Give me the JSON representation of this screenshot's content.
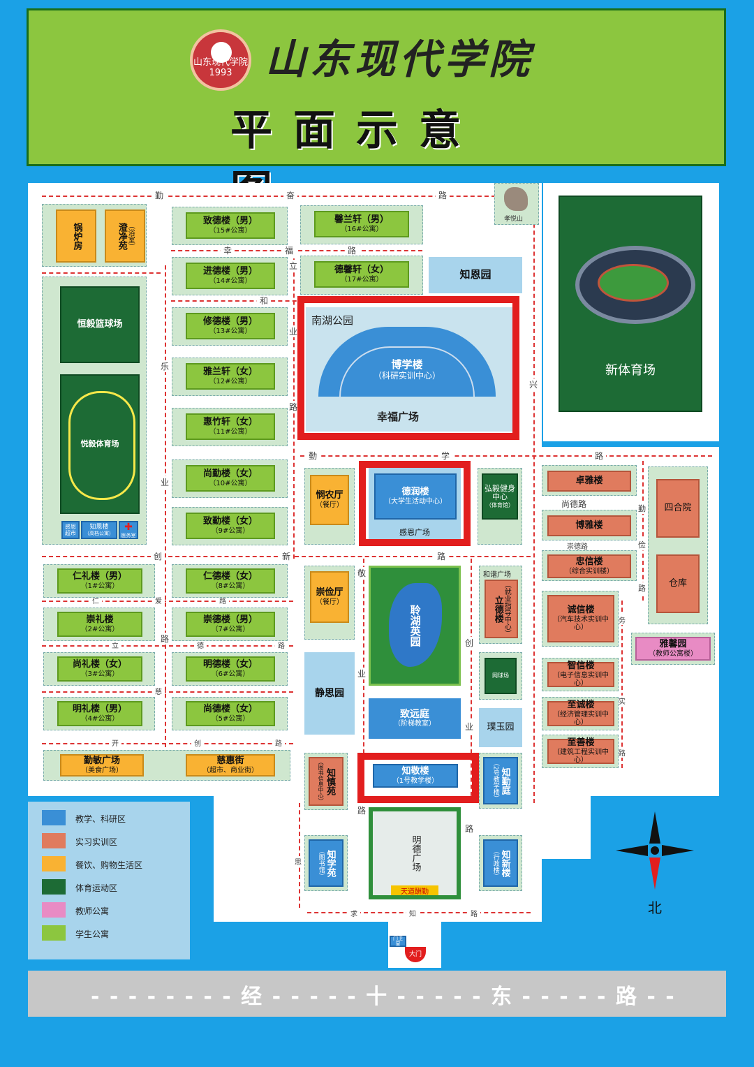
{
  "header": {
    "logo_text": "山东现代学院 1993",
    "school_name": "山东现代学院",
    "map_title": "平面示意图"
  },
  "roads": {
    "qin_fen": [
      "勤",
      "奋",
      "路"
    ],
    "xing_fu": [
      "幸",
      "福",
      "路"
    ],
    "he": "和",
    "li_ye": [
      "立",
      "业",
      "路"
    ],
    "le_ye": [
      "乐",
      "业",
      "路"
    ],
    "qin_xue": [
      "勤",
      "学",
      "路"
    ],
    "xing": "兴",
    "shang_de": "尚德路",
    "chong_de": "崇德路",
    "chuang_xin": [
      "创",
      "新",
      "路"
    ],
    "ren_ai": [
      "仁",
      "爱",
      "路"
    ],
    "li_de": [
      "立",
      "德",
      "路"
    ],
    "ci": "慈",
    "kai_chuang": [
      "开",
      "创",
      "路"
    ],
    "jing_ye": [
      "敬",
      "业",
      "路"
    ],
    "chuang_ye": [
      "创",
      "业",
      "路"
    ],
    "qin": "勤",
    "jian": "俭",
    "lu": "路",
    "wu_shi": [
      "务",
      "实",
      "路"
    ],
    "qiu_zhi": [
      "求",
      "知",
      "路"
    ],
    "si": "思"
  },
  "buildings": {
    "guolu": "锅炉房",
    "chengjing": "澄净苑",
    "chengjing_sub": "（浴室）",
    "zhide": {
      "m": "致德楼（男）",
      "s": "（15#公寓）"
    },
    "xinlan": {
      "m": "馨兰轩（男）",
      "s": "（16#公寓）"
    },
    "jinde": {
      "m": "进德楼（男）",
      "s": "（14#公寓）"
    },
    "dexin": {
      "m": "德馨轩（女）",
      "s": "（17#公寓）"
    },
    "xiude": {
      "m": "修德楼（男）",
      "s": "（13#公寓）"
    },
    "yalan": {
      "m": "雅兰轩（女）",
      "s": "（12#公寓）"
    },
    "huizhu": {
      "m": "惠竹轩（女）",
      "s": "（11#公寓）"
    },
    "shangqin": {
      "m": "尚勤楼（女）",
      "s": "（10#公寓）"
    },
    "zhiqin": {
      "m": "致勤楼（女）",
      "s": "（9#公寓）"
    },
    "renli": {
      "m": "仁礼楼（男）",
      "s": "（1#公寓）"
    },
    "rende": {
      "m": "仁德楼（女）",
      "s": "（8#公寓）"
    },
    "chongli": {
      "m": "崇礼楼",
      "s": "（2#公寓）"
    },
    "chongde": {
      "m": "崇德楼（男）",
      "s": "（7#公寓）"
    },
    "shangli": {
      "m": "尚礼楼（女）",
      "s": "（3#公寓）"
    },
    "mingde": {
      "m": "明德楼（女）",
      "s": "（6#公寓）"
    },
    "mingli": {
      "m": "明礼楼（男）",
      "s": "（4#公寓）"
    },
    "shangde5": {
      "m": "尚德楼（女）",
      "s": "（5#公寓）"
    },
    "qinmin": {
      "m": "勤敏广场",
      "s": "（美食广场）"
    },
    "cihui": {
      "m": "慈惠街",
      "s": "（超市、商业街）"
    },
    "hengyi": "恒毅篮球场",
    "yueyi": "悦毅体育场",
    "ganen_shop": "感恩超市",
    "zhien_small": "知恩楼",
    "zhien_small_sub": "（高档公寓）",
    "clinic": "医务室",
    "xiaoyueshan": "孝悦山",
    "zhienyuan": "知恩园",
    "nanhu": "南湖公园",
    "boxue": {
      "m": "博学楼",
      "s": "（科研实训中心）"
    },
    "xingfu": "幸福广场",
    "stadium": "新体育场",
    "minong": {
      "m": "悯农厅",
      "s": "（餐厅）"
    },
    "derun": {
      "m": "德润楼",
      "s": "（大学生活动中心）"
    },
    "ganen_sq": "感恩广场",
    "hongyi": {
      "m": "弘毅健身中心",
      "s": "（体育馆）"
    },
    "zhuoya": "卓雅楼",
    "boya": "博雅楼",
    "siheyuan": "四合院",
    "zhongxin": {
      "m": "忠信楼",
      "s": "（综合实训楼）"
    },
    "cangku": "仓库",
    "chongjian": {
      "m": "崇俭厅",
      "s": "（餐厅）"
    },
    "lake": "聆湖英园",
    "hexie": "和谐广场",
    "lide": {
      "m": "立德楼",
      "s": "（就业指导中心）"
    },
    "chengxin": {
      "m": "诚信楼",
      "s": "（汽车技术实训中心）"
    },
    "yaxin": {
      "m": "雅馨园",
      "s": "（教师公寓楼）"
    },
    "court": "网球场",
    "zhixin": {
      "m": "智信楼",
      "s": "（电子信息实训中心）"
    },
    "zhicheng": {
      "m": "至诚楼",
      "s": "（经济管理实训中心）"
    },
    "zhishan": {
      "m": "至善楼",
      "s": "（建筑工程实训中心）"
    },
    "jingsi": "静思园",
    "zhiyuan": {
      "m": "致远庭",
      "s": "（阶梯教室）"
    },
    "puyu": "璞玉园",
    "zhishen": {
      "m": "知慎苑",
      "s": "（图书信息中心）"
    },
    "zhijing": {
      "m": "知敬楼",
      "s": "（1号教学楼）"
    },
    "zhiqin_t": {
      "m": "知勤庭",
      "s": "（2号教学楼）"
    },
    "mingde_sq": "明德广场",
    "tiandao": "天道酬勤",
    "zhixue": {
      "m": "知学苑",
      "s": "（图书馆）"
    },
    "zhixin_x": {
      "m": "知新楼",
      "s": "（行政楼）"
    },
    "guard": "门卫室",
    "gate": "大门"
  },
  "legend": [
    {
      "label": "教学、科研区",
      "color": "#3a8fd6"
    },
    {
      "label": "实习实训区",
      "color": "#e07b5e"
    },
    {
      "label": "餐饮、购物生活区",
      "color": "#f9b233"
    },
    {
      "label": "体育运动区",
      "color": "#1d6b35"
    },
    {
      "label": "教师公寓",
      "color": "#e88bc4"
    },
    {
      "label": "学生公寓",
      "color": "#8cc63f"
    }
  ],
  "compass": {
    "label": "北"
  },
  "street": [
    "经",
    "十",
    "东",
    "路"
  ]
}
